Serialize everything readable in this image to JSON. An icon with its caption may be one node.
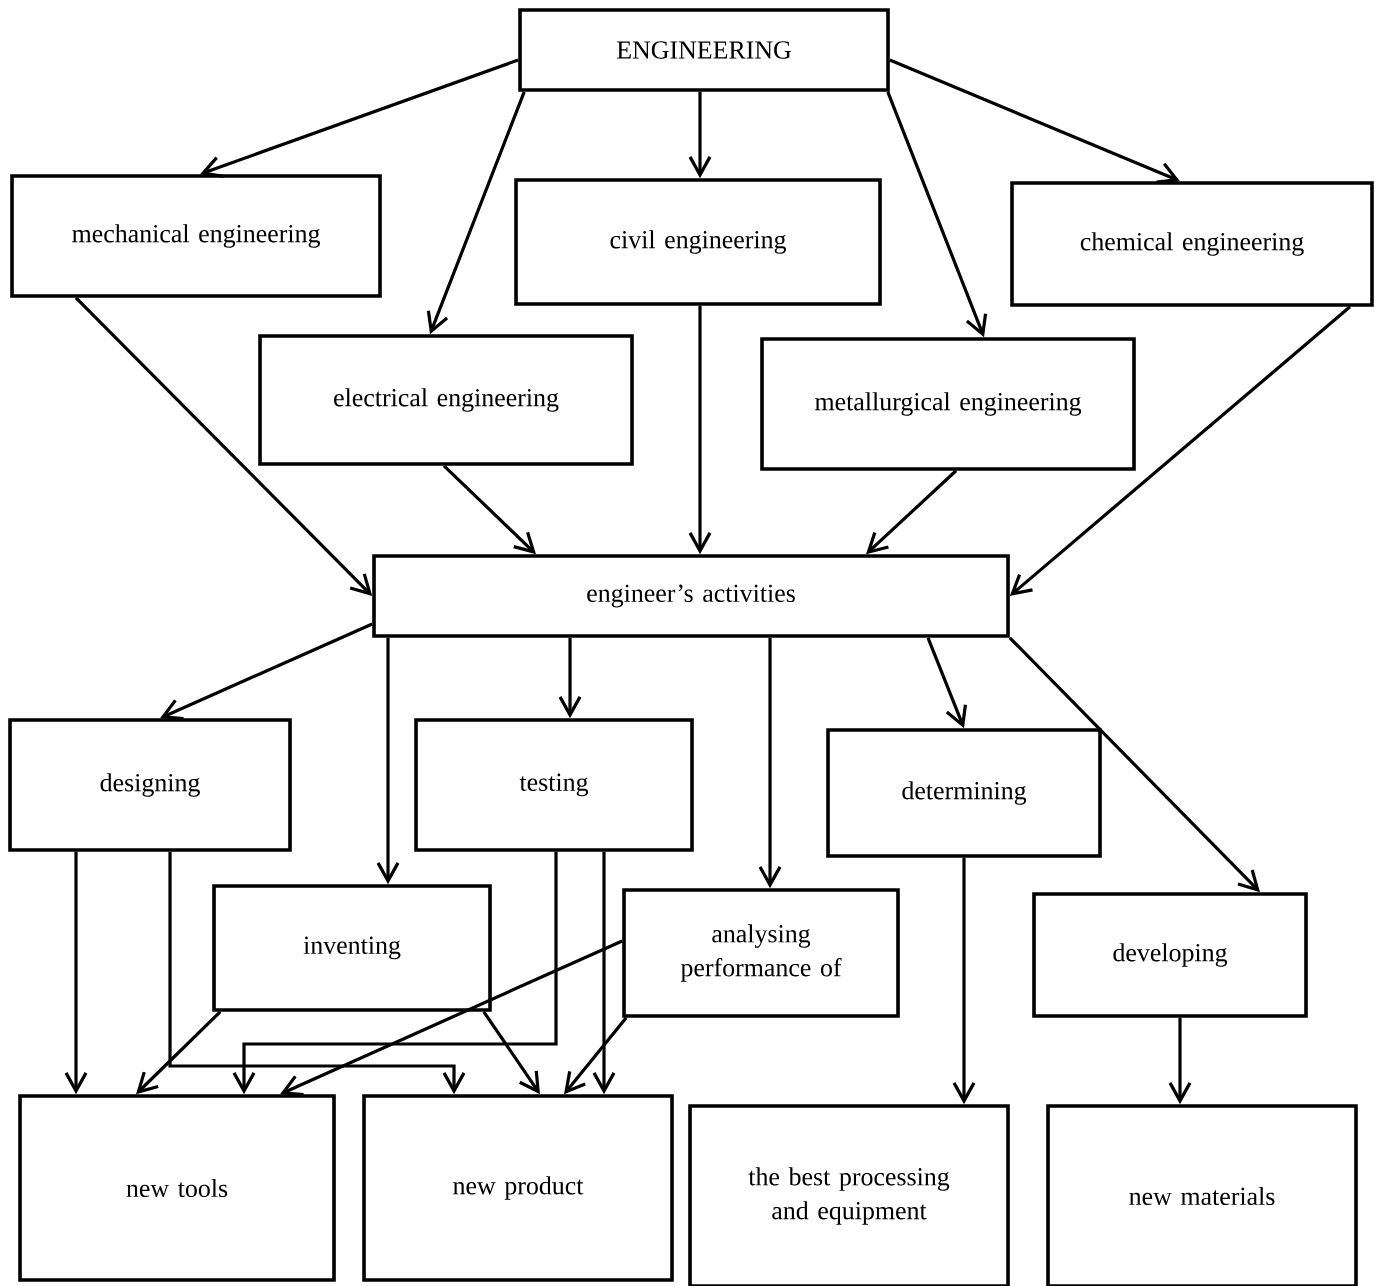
{
  "diagram": {
    "nodes": [
      {
        "text": [
          "ENGINEERING"
        ]
      },
      {
        "text": [
          "mechanical engineering"
        ]
      },
      {
        "text": [
          "civil engineering"
        ]
      },
      {
        "text": [
          "chemical engineering"
        ]
      },
      {
        "text": [
          "electrical engineering"
        ]
      },
      {
        "text": [
          "metallurgical engineering"
        ]
      },
      {
        "text": [
          "engineer’s activities"
        ]
      },
      {
        "text": [
          "designing"
        ]
      },
      {
        "text": [
          "testing"
        ]
      },
      {
        "text": [
          "determining"
        ]
      },
      {
        "text": [
          "inventing"
        ]
      },
      {
        "text": [
          "analysing performance of"
        ]
      },
      {
        "text": [
          "developing"
        ]
      },
      {
        "text": [
          "new tools"
        ]
      },
      {
        "text": [
          "new product"
        ]
      },
      {
        "text": [
          "the best processing and equipment"
        ]
      },
      {
        "text": [
          "new materials"
        ]
      }
    ],
    "edges": [
      {
        "from": 0,
        "to": 1,
        "arrow": "to"
      },
      {
        "from": 0,
        "to": 4,
        "arrow": "to"
      },
      {
        "from": 0,
        "to": 2,
        "arrow": "to"
      },
      {
        "from": 0,
        "to": 5,
        "arrow": "to"
      },
      {
        "from": 0,
        "to": 3,
        "arrow": "to"
      },
      {
        "from": 1,
        "to": 6,
        "arrow": "to"
      },
      {
        "from": 4,
        "to": 6,
        "arrow": "to"
      },
      {
        "from": 2,
        "to": 6,
        "arrow": "to"
      },
      {
        "from": 5,
        "to": 6,
        "arrow": "to"
      },
      {
        "from": 3,
        "to": 6,
        "arrow": "to"
      },
      {
        "from": 6,
        "to": 7,
        "arrow": "to"
      },
      {
        "from": 6,
        "to": 10,
        "arrow": "to"
      },
      {
        "from": 6,
        "to": 8,
        "arrow": "to"
      },
      {
        "from": 6,
        "to": 11,
        "arrow": "to"
      },
      {
        "from": 6,
        "to": 9,
        "arrow": "to"
      },
      {
        "from": 6,
        "to": 12,
        "arrow": "to"
      },
      {
        "from": 7,
        "to": 13,
        "arrow": "to"
      },
      {
        "from": 7,
        "to": 14,
        "arrow": "to"
      },
      {
        "from": 10,
        "to": 13,
        "arrow": "to"
      },
      {
        "from": 10,
        "to": 14,
        "arrow": "to"
      },
      {
        "from": 8,
        "to": 13,
        "arrow": "to"
      },
      {
        "from": 8,
        "to": 14,
        "arrow": "to"
      },
      {
        "from": 11,
        "to": 13,
        "arrow": "to"
      },
      {
        "from": 11,
        "to": 14,
        "arrow": "to"
      },
      {
        "from": 9,
        "to": 15,
        "arrow": "to"
      },
      {
        "from": 12,
        "to": 16,
        "arrow": "to"
      }
    ]
  }
}
